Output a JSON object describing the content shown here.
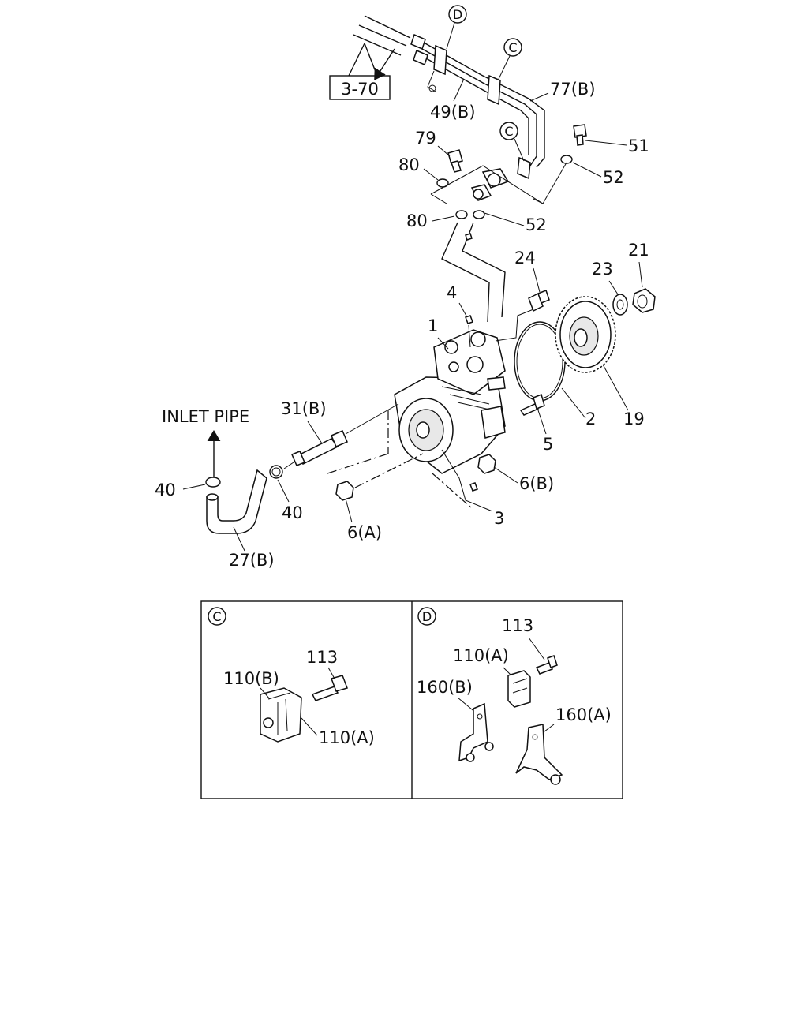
{
  "callouts": {
    "ref_box": "3-70",
    "c_circle_top": "C",
    "d_circle_top": "D",
    "c_circle_mid": "C",
    "l_49b": "49(B)",
    "l_77b": "77(B)",
    "l_79": "79",
    "l_80_top": "80",
    "l_80_bot": "80",
    "l_51": "51",
    "l_52_top": "52",
    "l_52_bot": "52",
    "l_24": "24",
    "l_23": "23",
    "l_21": "21",
    "l_4": "4",
    "l_1": "1",
    "l_2": "2",
    "l_19": "19",
    "l_5": "5",
    "l_31b": "31(B)",
    "l_inlet": "INLET PIPE",
    "l_40_left": "40",
    "l_40_right": "40",
    "l_27b": "27(B)",
    "l_6a": "6(A)",
    "l_6b": "6(B)",
    "l_3": "3"
  },
  "detail_c": {
    "circle": "C",
    "l_113": "113",
    "l_110b": "110(B)",
    "l_110a": "110(A)"
  },
  "detail_d": {
    "circle": "D",
    "l_113": "113",
    "l_110a": "110(A)",
    "l_160b": "160(B)",
    "l_160a": "160(A)"
  }
}
